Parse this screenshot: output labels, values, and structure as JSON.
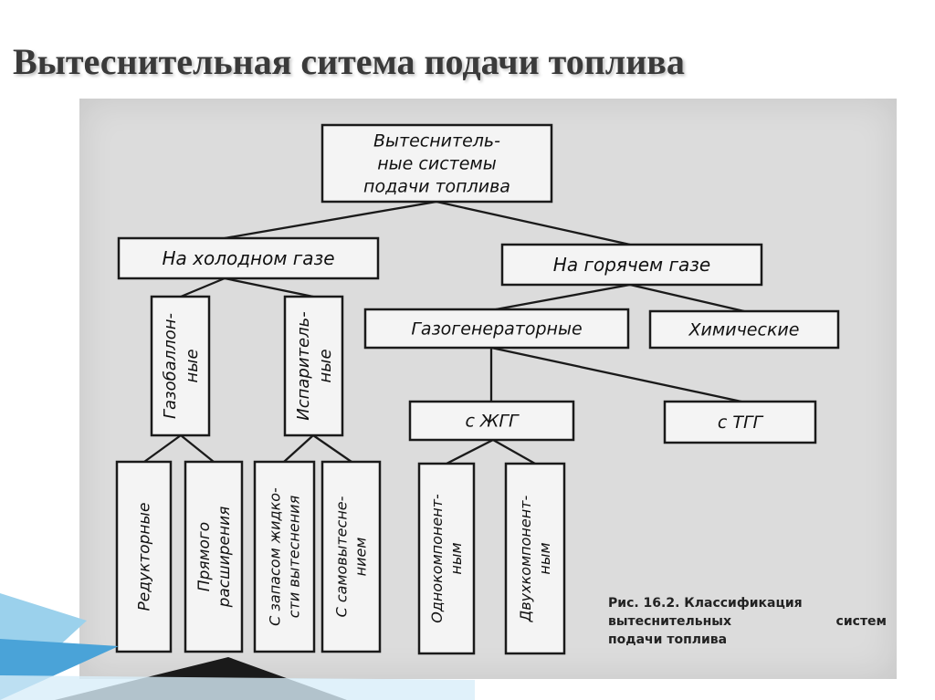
{
  "slide": {
    "title": "Вытеснительная ситема подачи топлива"
  },
  "diagram": {
    "root": [
      "Вытеснитель-",
      "ные системы",
      "подачи топлива"
    ],
    "cold_gas": "На холодном газе",
    "hot_gas": "На горячем газе",
    "gas_cylinder": [
      "Газобаллон-",
      "ные"
    ],
    "evaporative": [
      "Испаритель-",
      "ные"
    ],
    "gas_generator": "Газогенераторные",
    "chemical": "Химические",
    "with_lgg": "с ЖГГ",
    "with_sgg": "с ТГГ",
    "reducer": "Редукторные",
    "direct_expansion": [
      "Прямого",
      "расширения"
    ],
    "with_fluid_reserve": [
      "С запасом жидко-",
      "сти вытеснения"
    ],
    "self_displacement": [
      "С самовытесне-",
      "нием"
    ],
    "monocomponent": [
      "Однокомпонент-",
      "ным"
    ],
    "bicomponent": [
      "Двухкомпонент-",
      "ным"
    ]
  },
  "caption": {
    "line1": "Рис. 16.2. Классификация",
    "line2_a": "вытеснительных",
    "line2_b": "систем",
    "line3": "подачи топлива"
  },
  "colors": {
    "title": "#3a3a3a",
    "scan_background": "#dcdcdc",
    "ink": "#1a1a1a",
    "accent_dark": "#1a1a1a",
    "accent_light": "#9bd1ec",
    "accent_blue": "#4aa3d8"
  }
}
